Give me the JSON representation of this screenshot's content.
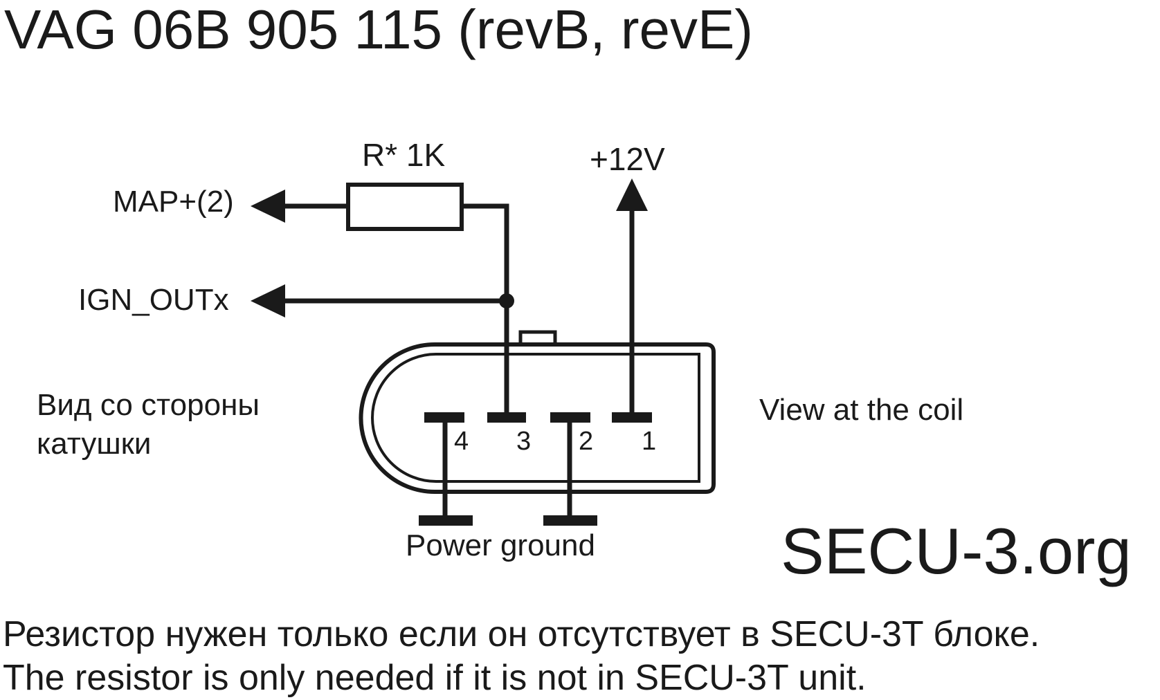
{
  "title": "VAG 06B 905 115 (revB, revE)",
  "labels": {
    "resistor": "R* 1K",
    "supply": "+12V",
    "map": "MAP+(2)",
    "ign": "IGN_OUTx",
    "view_ru_line1": "Вид со стороны",
    "view_ru_line2": "катушки",
    "view_en": "View at the coil",
    "ground": "Power ground",
    "site": "SECU-3.org"
  },
  "pins": [
    "4",
    "3",
    "2",
    "1"
  ],
  "notes": {
    "ru": "Резистор нужен только если он отсутствует в SECU-3T блоке.",
    "en": "The resistor is only needed if it is not in SECU-3T unit."
  }
}
